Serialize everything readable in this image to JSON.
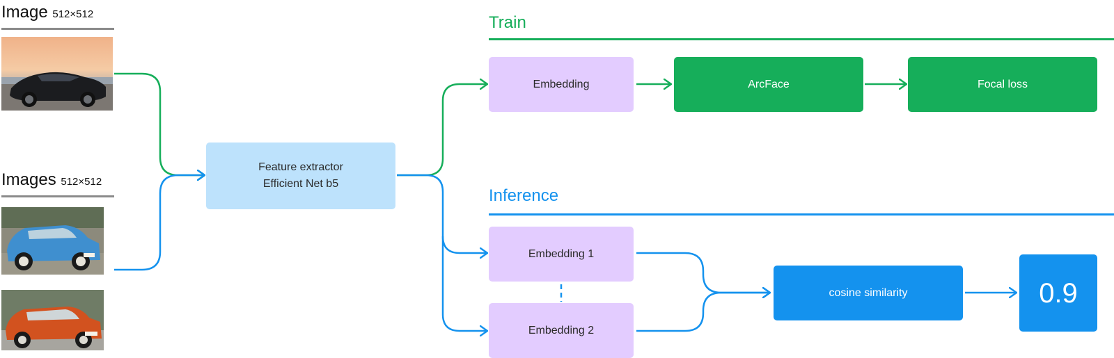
{
  "inputs": {
    "single": {
      "label": "Image",
      "size": "512×512"
    },
    "pair": {
      "label": "Images",
      "size": "512×512"
    }
  },
  "extractor": {
    "line1": "Feature extractor",
    "line2": "Efficient Net b5"
  },
  "train": {
    "title": "Train",
    "embedding": "Embedding",
    "arcface": "ArcFace",
    "loss": "Focal loss"
  },
  "inference": {
    "title": "Inference",
    "embedding1": "Embedding 1",
    "embedding2": "Embedding 2",
    "similarity": "cosine similarity",
    "score": "0.9"
  },
  "colors": {
    "train_green": "#16ae5a",
    "inference_blue": "#1492ee",
    "embedding_purple": "#e3ccff",
    "extractor_light_blue": "#bde2fc"
  }
}
